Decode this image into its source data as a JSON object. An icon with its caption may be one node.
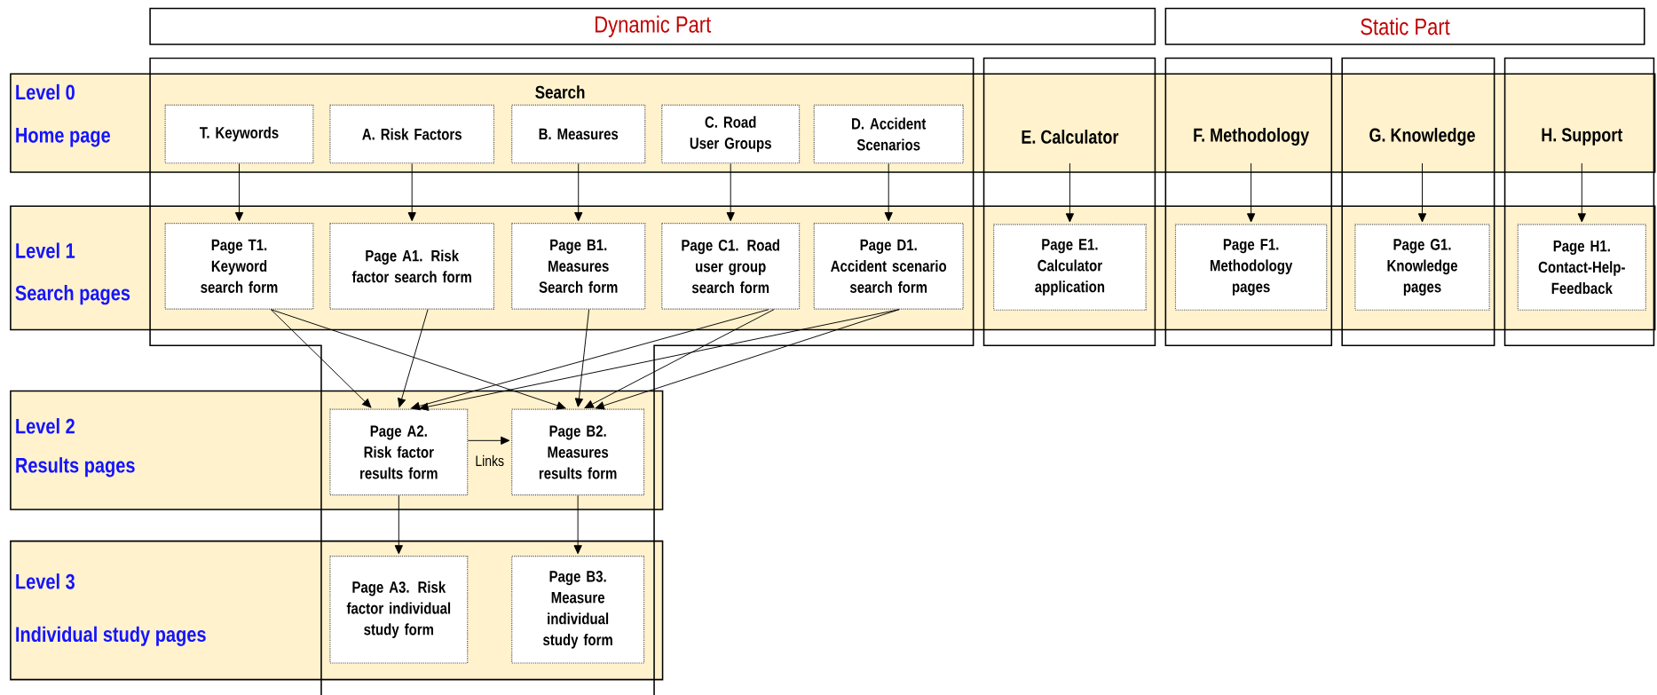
{
  "diagram": {
    "nodes": [
      {
        "text": [
          "Dynamic Part"
        ]
      },
      {
        "text": [
          "Static Part"
        ]
      },
      {
        "text": [
          "Level 0",
          "Home page"
        ]
      },
      {
        "text": [
          "Level 1",
          "Search pages"
        ]
      },
      {
        "text": [
          "Level 2",
          "Results pages"
        ]
      },
      {
        "text": [
          "Level 3",
          "Individual study pages"
        ]
      },
      {
        "text": [
          "T. Keywords"
        ],
        "in": 2
      },
      {
        "text": [
          "A. Risk Factors"
        ],
        "in": 2
      },
      {
        "text": [
          "B. Measures"
        ],
        "in": 2
      },
      {
        "text": [
          "C. Road User Groups"
        ],
        "in": 2
      },
      {
        "text": [
          "D. Accident Scenarios"
        ],
        "in": 2
      },
      {
        "text": [
          "E. Calculator"
        ],
        "in": 2
      },
      {
        "text": [
          "F. Methodology"
        ],
        "in": 2
      },
      {
        "text": [
          "G. Knowledge"
        ],
        "in": 2
      },
      {
        "text": [
          "H. Support"
        ],
        "in": 2
      },
      {
        "text": [
          "Page T1. Keyword search form"
        ],
        "in": 3
      },
      {
        "text": [
          "Page A1. Risk factor search form"
        ],
        "in": 3
      },
      {
        "text": [
          "Page B1. Measures Search form"
        ],
        "in": 3
      },
      {
        "text": [
          "Page C1. Road user group search form"
        ],
        "in": 3
      },
      {
        "text": [
          "Page D1. Accident scenario search form"
        ],
        "in": 3
      },
      {
        "text": [
          "Page E1. Calculator application"
        ],
        "in": 3
      },
      {
        "text": [
          "Page F1. Methodology pages"
        ],
        "in": 3
      },
      {
        "text": [
          "Page G1. Knowledge pages"
        ],
        "in": 3
      },
      {
        "text": [
          "Page H1. Contact-Help-Feedback"
        ],
        "in": 3
      },
      {
        "text": [
          "Page A2. Risk factor results form"
        ],
        "in": 4
      },
      {
        "text": [
          "Page B2. Measures results form"
        ],
        "in": 4
      },
      {
        "text": [
          "Page A3. Risk factor individual study form"
        ],
        "in": 5
      },
      {
        "text": [
          "Page B3. Measure individual study form"
        ],
        "in": 5
      }
    ],
    "edges": [
      {
        "from": 6,
        "to": 15,
        "arrow": "to"
      },
      {
        "from": 7,
        "to": 16,
        "arrow": "to"
      },
      {
        "from": 8,
        "to": 17,
        "arrow": "to"
      },
      {
        "from": 9,
        "to": 18,
        "arrow": "to"
      },
      {
        "from": 10,
        "to": 19,
        "arrow": "to"
      },
      {
        "from": 11,
        "to": 20,
        "arrow": "to"
      },
      {
        "from": 12,
        "to": 21,
        "arrow": "to"
      },
      {
        "from": 13,
        "to": 22,
        "arrow": "to"
      },
      {
        "from": 14,
        "to": 23,
        "arrow": "to"
      },
      {
        "from": 15,
        "to": 24,
        "arrow": "to"
      },
      {
        "from": 15,
        "to": 25,
        "arrow": "to"
      },
      {
        "from": 16,
        "to": 24,
        "arrow": "to"
      },
      {
        "from": 17,
        "to": 25,
        "arrow": "to"
      },
      {
        "from": 18,
        "to": 24,
        "arrow": "to"
      },
      {
        "from": 18,
        "to": 25,
        "arrow": "to"
      },
      {
        "from": 19,
        "to": 24,
        "arrow": "to"
      },
      {
        "from": 19,
        "to": 25,
        "arrow": "to"
      },
      {
        "from": 24,
        "to": 25,
        "arrow": "to",
        "label": "Links"
      },
      {
        "from": 24,
        "to": 26,
        "arrow": "to"
      },
      {
        "from": 25,
        "to": 27,
        "arrow": "to"
      }
    ],
    "labels": [
      "Search"
    ]
  }
}
